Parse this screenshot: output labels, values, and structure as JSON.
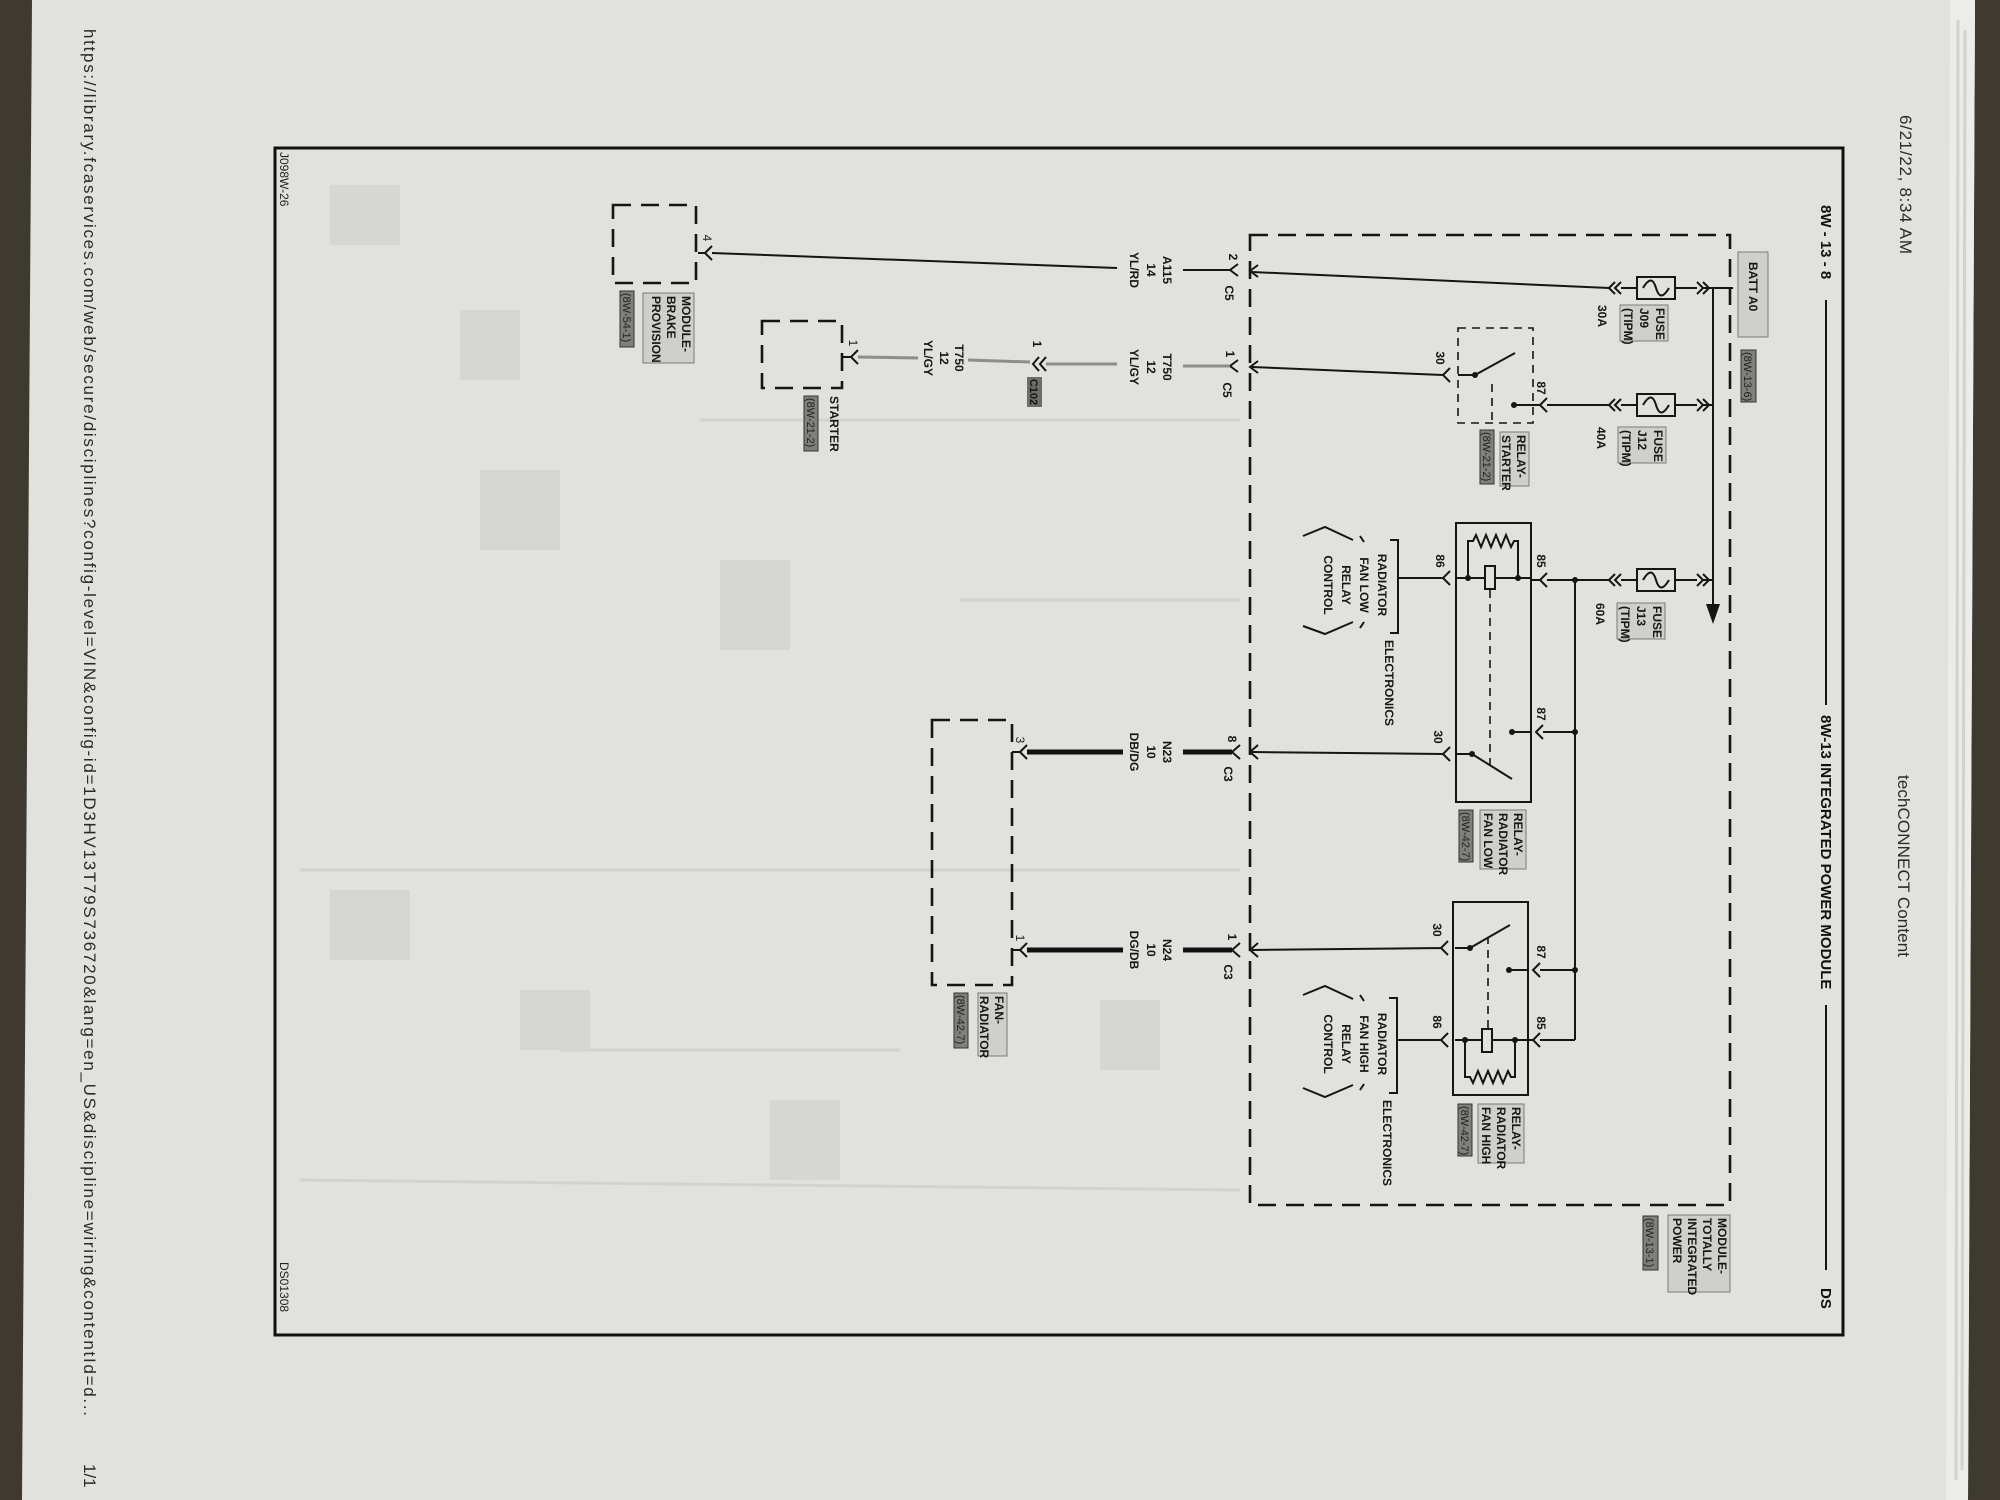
{
  "page": {
    "timestamp": "6/21/22, 8:34 AM",
    "site_title": "techCONNECT Content",
    "url": "https://library.fcaservices.com/web/secure/disciplines?config-level=VIN&config-id=1D3HV13T79S736720&lang=en_US&discipline=wiring&contentId=d...",
    "page_count": "1/1"
  },
  "diagram": {
    "header": {
      "page_code": "8W - 13 - 8",
      "title": "8W-13 INTEGRATED POWER MODULE",
      "model_code": "DS"
    },
    "footer": {
      "left_code": "J098W-26",
      "right_code": "DS01308"
    },
    "module": {
      "lines": [
        "MODULE-",
        "TOTALLY",
        "INTEGRATED",
        "POWER"
      ],
      "ref": "(8W-13-1)"
    },
    "batt": {
      "label": "BATT A0",
      "ref": "(8W-13-6)"
    },
    "fuses": [
      {
        "lines": [
          "FUSE",
          "J09",
          "(TIPM)"
        ],
        "rating": "30A"
      },
      {
        "lines": [
          "FUSE",
          "J12",
          "(TIPM)"
        ],
        "rating": "40A"
      },
      {
        "lines": [
          "FUSE",
          "J13",
          "(TIPM)"
        ],
        "rating": "60A"
      }
    ],
    "relays": {
      "starter": {
        "lines": [
          "RELAY-",
          "STARTER"
        ],
        "ref": "(8W-21-2)",
        "pin_87": "87",
        "pin_30": "30"
      },
      "fan_low": {
        "lines": [
          "RELAY-",
          "RADIATOR",
          "FAN LOW"
        ],
        "ref": "(8W-42-7)",
        "pin_85": "85",
        "pin_86": "86",
        "pin_87": "87",
        "pin_30": "30"
      },
      "fan_high": {
        "lines": [
          "RELAY-",
          "RADIATOR",
          "FAN HIGH"
        ],
        "ref": "(8W-42-7)",
        "pin_85": "85",
        "pin_86": "86",
        "pin_87": "87",
        "pin_30": "30"
      }
    },
    "electronics": [
      {
        "lines": [
          "RADIATOR",
          "FAN LOW",
          "RELAY",
          "CONTROL"
        ],
        "label": "ELECTRONICS"
      },
      {
        "lines": [
          "RADIATOR",
          "FAN HIGH",
          "RELAY",
          "CONTROL"
        ],
        "label": "ELECTRONICS"
      }
    ],
    "connectors": {
      "c5_pin2": {
        "pin": "2",
        "name": "C5"
      },
      "c5_pin1": {
        "pin": "1",
        "name": "C5"
      },
      "c3_pin8": {
        "pin": "8",
        "name": "C3"
      },
      "c3_pin1": {
        "pin": "1",
        "name": "C3"
      },
      "c102": {
        "pin": "1",
        "name": "C102"
      }
    },
    "wires": {
      "a115": {
        "circuit": "A115",
        "gauge": "14",
        "color": "YL/RD"
      },
      "t750_a": {
        "circuit": "T750",
        "gauge": "12",
        "color": "YL/GY"
      },
      "t750_b": {
        "circuit": "T750",
        "gauge": "12",
        "color": "YL/GY"
      },
      "n23": {
        "circuit": "N23",
        "gauge": "10",
        "color": "DB/DG"
      },
      "n24": {
        "circuit": "N24",
        "gauge": "10",
        "color": "DG/DB"
      }
    },
    "components": {
      "brake": {
        "lines": [
          "MODULE-",
          "BRAKE",
          "PROVISION"
        ],
        "ref": "(8W-54-1)",
        "pin": "4"
      },
      "starter": {
        "label": "STARTER",
        "ref": "(8W-21-2)",
        "pin": "1"
      },
      "fan": {
        "lines": [
          "FAN-",
          "RADIATOR"
        ],
        "ref": "(8W-42-7)",
        "pin_a": "3",
        "pin_b": "1"
      }
    }
  }
}
